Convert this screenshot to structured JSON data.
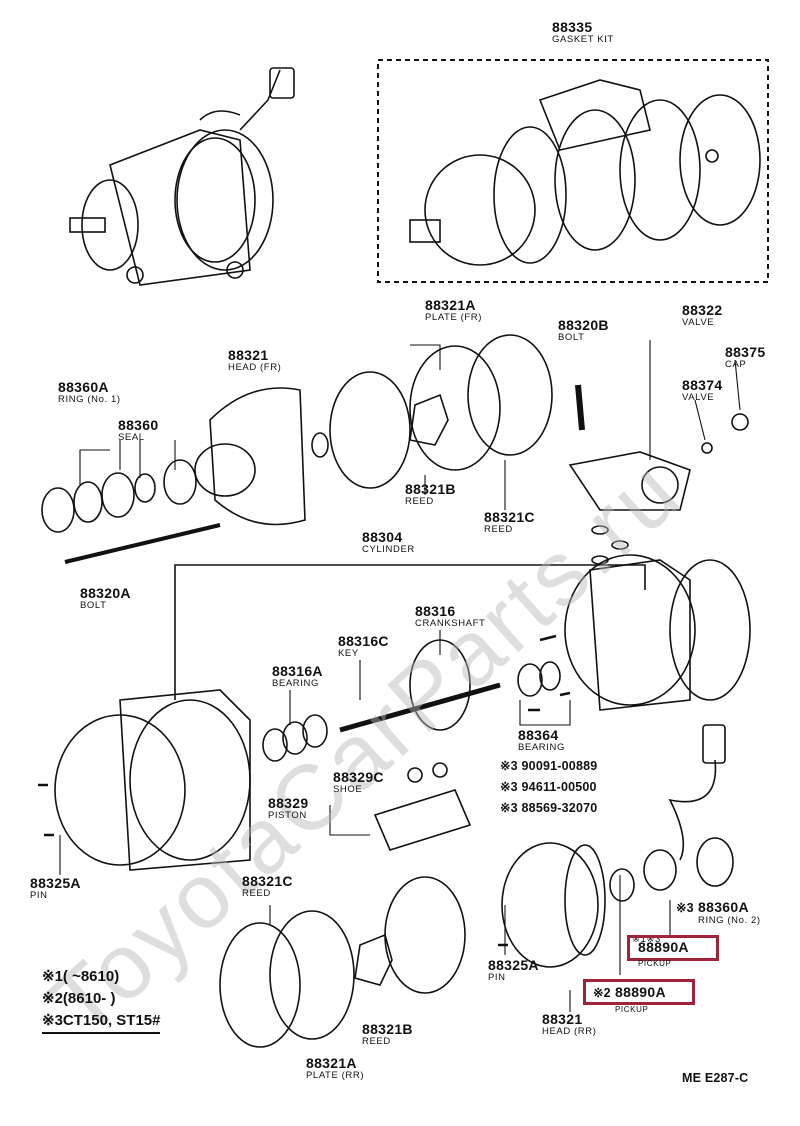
{
  "watermark": "ToyotaCarParts.ru",
  "labels": {
    "gasket_kit": {
      "pn": "88335",
      "name": "GASKET KIT"
    },
    "plate_fr": {
      "pn": "88321A",
      "name": "PLATE (FR)"
    },
    "bolt_b": {
      "pn": "88320B",
      "name": "BOLT"
    },
    "valve_main": {
      "pn": "88322",
      "name": "VALVE"
    },
    "cap": {
      "pn": "88375",
      "name": "CAP"
    },
    "valve_small": {
      "pn": "88374",
      "name": "VALVE"
    },
    "head_fr": {
      "pn": "88321",
      "name": "HEAD (FR)"
    },
    "ring_no1": {
      "pn": "88360A",
      "name": "RING (No. 1)"
    },
    "seal": {
      "pn": "88360",
      "name": "SEAL"
    },
    "reed_b_top": {
      "pn": "88321B",
      "name": "REED"
    },
    "reed_c_top": {
      "pn": "88321C",
      "name": "REED"
    },
    "bolt_a": {
      "pn": "88320A",
      "name": "BOLT"
    },
    "cylinder": {
      "pn": "88304",
      "name": "CYLINDER"
    },
    "crankshaft": {
      "pn": "88316",
      "name": "CRANKSHAFT"
    },
    "key": {
      "pn": "88316C",
      "name": "KEY"
    },
    "bearing_a": {
      "pn": "88316A",
      "name": "BEARING"
    },
    "bearing_b": {
      "pn": "88364",
      "name": "BEARING"
    },
    "shoe": {
      "pn": "88329C",
      "name": "SHOE"
    },
    "piston": {
      "pn": "88329",
      "name": "PISTON"
    },
    "pin_left": {
      "pn": "88325A",
      "name": "PIN"
    },
    "pin_right": {
      "pn": "88325A",
      "name": "PIN"
    },
    "reed_c_bottom": {
      "pn": "88321C",
      "name": "REED"
    },
    "reed_b_bottom": {
      "pn": "88321B",
      "name": "REED"
    },
    "plate_rr": {
      "pn": "88321A",
      "name": "PLATE (RR)"
    },
    "head_rr": {
      "pn": "88321",
      "name": "HEAD (RR)"
    },
    "ring_no2": {
      "pn": "88360A",
      "name": "RING (No. 2)",
      "mark": "※3"
    },
    "pickup_1": {
      "pn": "88890A",
      "name": "PICKUP",
      "mark": "※1※3"
    },
    "pickup_2": {
      "pn": "88890A",
      "name": "PICKUP",
      "mark": "※2"
    },
    "part_90091": {
      "pn": "90091-00889",
      "mark": "※3"
    },
    "part_94611": {
      "pn": "94611-00500",
      "mark": "※3"
    },
    "part_88569": {
      "pn": "88569-32070",
      "mark": "※3"
    }
  },
  "legend": [
    {
      "mark": "※1",
      "text": "(      ~8610)"
    },
    {
      "mark": "※2",
      "text": "(8610-       )"
    },
    {
      "mark": "※3",
      "text": "CT150, ST15#"
    }
  ],
  "figure_code": "ME E287-C",
  "colors": {
    "highlight": "#a0233a",
    "ink": "#111111"
  }
}
